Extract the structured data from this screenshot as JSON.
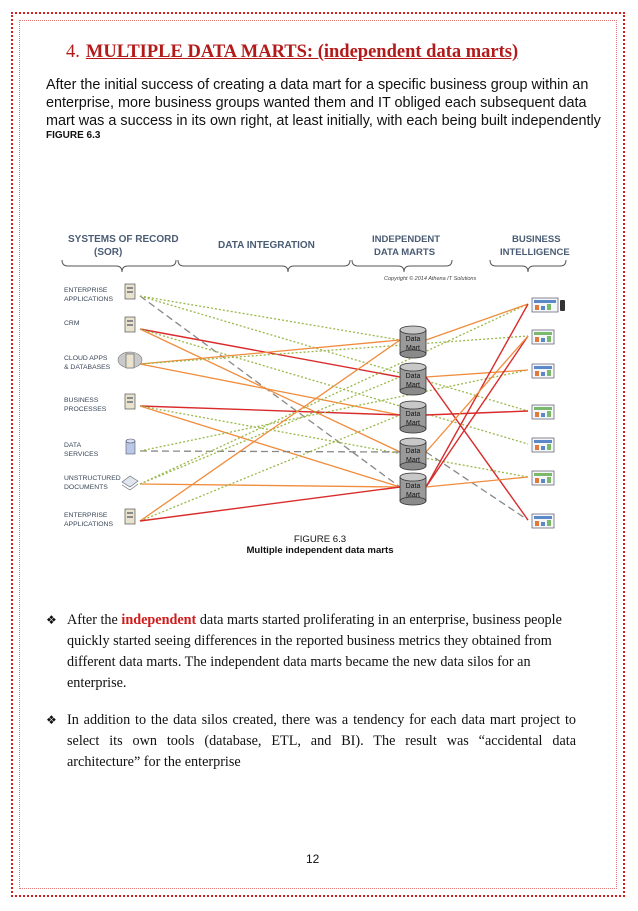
{
  "heading": {
    "number": "4.",
    "title": "MULTIPLE DATA MARTS: (independent data marts)"
  },
  "intro_text": "After the initial success of creating a data mart for a specific business group within an enterprise, more business groups wanted them and IT obliged each subsequent data mart was a success in its own right, at least initially, with each being built independently",
  "figure_label_top": "FIGURE 6.3",
  "diagram": {
    "headers": {
      "sor_line1": "SYSTEMS OF RECORD",
      "sor_line2": "(SOR)",
      "integration": "DATA INTEGRATION",
      "marts_line1": "INDEPENDENT",
      "marts_line2": "DATA MARTS",
      "bi_line1": "BUSINESS",
      "bi_line2": "INTELLIGENCE"
    },
    "copyright": "Copyright © 2014 Athena IT Solutions",
    "sources": [
      {
        "line1": "ENTERPRISE",
        "line2": "APPLICATIONS"
      },
      {
        "line1": "CRM",
        "line2": ""
      },
      {
        "line1": "CLOUD APPS",
        "line2": "& DATABASES"
      },
      {
        "line1": "BUSINESS",
        "line2": "PROCESSES"
      },
      {
        "line1": "DATA",
        "line2": "SERVICES"
      },
      {
        "line1": "UNSTRUCTURED",
        "line2": "DOCUMENTS"
      },
      {
        "line1": "ENTERPRISE",
        "line2": "APPLICATIONS"
      }
    ],
    "mart_label_line1": "Data",
    "mart_label_line2": "Mart",
    "line_colors": {
      "orange": "#f08c3c",
      "red": "#d92b2b",
      "green": "#9ab84a",
      "gray": "#888888"
    }
  },
  "caption": {
    "line1": "FIGURE 6.3",
    "line2": "Multiple independent data marts"
  },
  "bullets": [
    {
      "marker": "❖",
      "before": "After the ",
      "highlight": "independent",
      "after": " data marts started proliferating in an enterprise, business people quickly started seeing differences in the reported business metrics they obtained from different data marts. The independent data marts became the new data silos for an enterprise."
    },
    {
      "marker": "❖",
      "text": "In addition to the data silos created, there was a tendency for each data mart project to select its own tools (database, ETL, and BI). The result was “accidental data architecture” for the enterprise"
    }
  ],
  "page_number": "12"
}
